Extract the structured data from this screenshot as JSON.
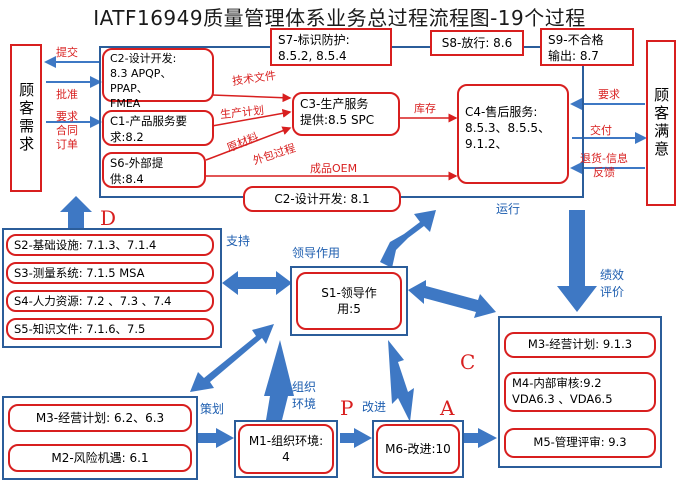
{
  "title": "IATF16949质量管理体系业务总过程流程图-19个过程",
  "customer_demand": "顾客需求",
  "customer_satisfaction": "顾客满意",
  "top_boxes": {
    "s7": "S7-标识防护:\n8.5.2, 8.5.4",
    "s8": "S8-放行: 8.6",
    "s9": "S9-不合格\n输出: 8.7"
  },
  "left_boxes": {
    "c2": "C2-设计开发:\n8.3 APQP、PPAP、\nFMEA",
    "c1": "C1-产品服务要\n求:8.2",
    "s6": "S6-外部提\n供:8.4"
  },
  "center_boxes": {
    "c3": "C3-生产服务\n提供:8.5  SPC",
    "c4": "C4-售后服务:\n8.5.3、8.5.5、\n9.1.2、",
    "c2_bottom": "C2-设计开发: 8.1"
  },
  "support_boxes": [
    "S2-基础设施: 7.1.3、7.1.4",
    "S3-测量系统: 7.1.5  MSA",
    "S4-人力资源: 7.2 、7.3 、7.4",
    "S5-知识文件: 7.1.6、7.5"
  ],
  "leadership_box": "S1-领导作\n用:5",
  "check_boxes": [
    "M3-经营计划: 9.1.3",
    "M4-内部审核:9.2\nVDA6.3 、VDA6.5",
    "M5-管理评审: 9.3"
  ],
  "plan_boxes": [
    "M3-经营计划: 6.2、6.3",
    "M2-风险机遇: 6.1"
  ],
  "org_box": "M1-组织环境:\n4",
  "improve_box": "M6-改进:10",
  "red_labels": {
    "submit": "提交",
    "approve": "批准",
    "request": "要求\n合同\n订单",
    "tech_docs": "技术文件",
    "prod_plan": "生产计划",
    "raw_material": "原材料",
    "outsource": "外包过程",
    "finished_oem": "成品OEM",
    "inventory": "库存",
    "cust_request": "要求",
    "delivery": "交付",
    "return_info": "退货-信息\n反馈"
  },
  "blue_labels": {
    "operation": "运行",
    "support": "支持",
    "leadership": "领导作用",
    "performance": "绩效\n评价",
    "planning": "策划",
    "org_env": "组织\n环境",
    "improvement": "改进"
  },
  "pdca": {
    "d": "D",
    "c": "C",
    "p": "P",
    "a": "A"
  },
  "colors": {
    "arrow_blue": "#3e78c4",
    "frame_blue": "#2b5d9a",
    "red": "#d81f1f"
  }
}
